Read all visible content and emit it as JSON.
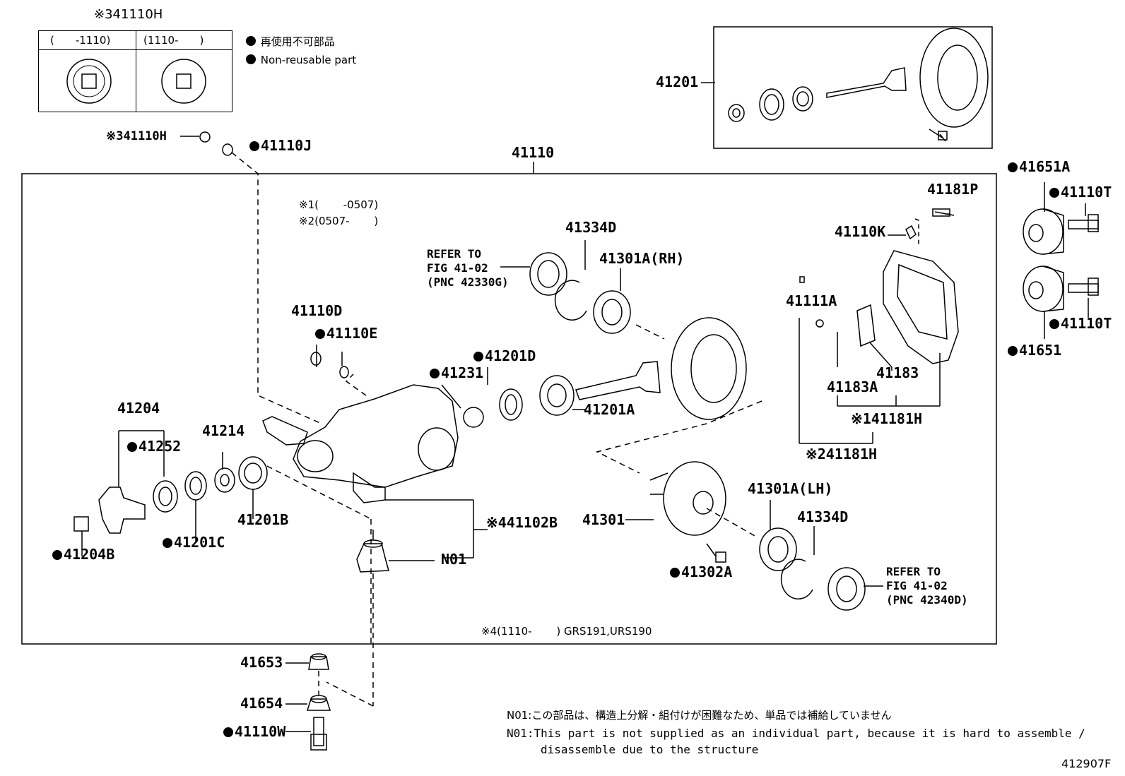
{
  "legend": {
    "non_reusable_jp": "再使用不可部品",
    "non_reusable_en": "Non-reusable part"
  },
  "inset_41110H": {
    "title": "※341110H",
    "col1": "(　　-1110)",
    "col2": "(1110-　　)"
  },
  "box_41201": {
    "label": "41201"
  },
  "main_box": {
    "label": "41110",
    "note1": "※1(　　 -0507)",
    "note2": "※2(0507-　　 )",
    "note4": "※4(1110-　　 ) GRS191,URS190"
  },
  "parts": {
    "p41110H": "※341110H",
    "p41110J": "41110J",
    "p41651A": "41651A",
    "p41110T_top": "41110T",
    "p41110T_bot": "41110T",
    "p41651": "41651",
    "p41181P": "41181P",
    "p41110K": "41110K",
    "p41111A": "41111A",
    "p41183": "41183",
    "p41183A": "41183A",
    "p41181H_1": "※141181H",
    "p41181H_2": "※241181H",
    "p41334D_top": "41334D",
    "p41301A_RH": "41301A(RH)",
    "p41110D": "41110D",
    "p41110E": "41110E",
    "p41201D": "41201D",
    "p41231": "41231",
    "p41201A": "41201A",
    "p41204": "41204",
    "p41252": "41252",
    "p41214": "41214",
    "p41201B": "41201B",
    "p41201C": "41201C",
    "p41204B": "41204B",
    "p41102B": "※441102B",
    "pN01": "N01",
    "p41301": "41301",
    "p41301A_LH": "41301A(LH)",
    "p41334D_bot": "41334D",
    "p41302A": "41302A",
    "p41653": "41653",
    "p41654": "41654",
    "p41110W": "41110W"
  },
  "refer_top": {
    "l1": "REFER TO",
    "l2": "FIG 41-02",
    "l3": "(PNC 42330G)"
  },
  "refer_bot": {
    "l1": "REFER TO",
    "l2": "FIG 41-02",
    "l3": "(PNC 42340D)"
  },
  "footnote": {
    "jp": "N01:この部品は、構造上分解・組付けが困難なため、単品では補給していません",
    "en1": "N01:This part is not supplied as an individual part, because it is hard to assemble /",
    "en2": "disassemble due to the structure"
  },
  "figure_id": "412907F"
}
